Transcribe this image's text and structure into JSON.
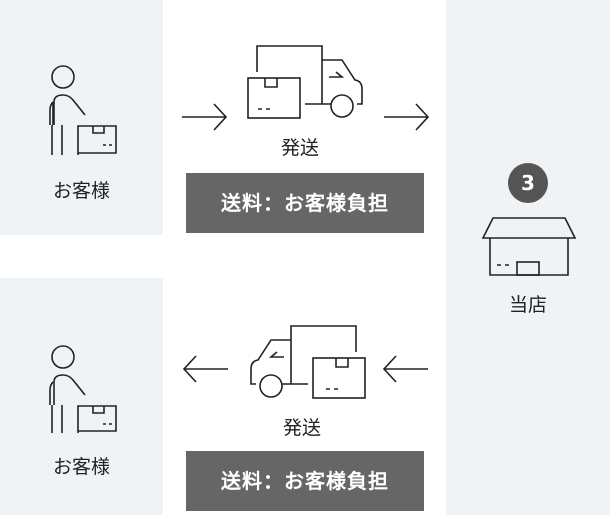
{
  "customer_top": {
    "label": "お客様"
  },
  "customer_bottom": {
    "label": "お客様"
  },
  "shipping_top": {
    "label": "発送",
    "fee": "送料：お客様負担"
  },
  "shipping_bottom": {
    "label": "発送",
    "fee": "送料：お客様負担"
  },
  "store": {
    "step": "3",
    "label": "当店"
  }
}
